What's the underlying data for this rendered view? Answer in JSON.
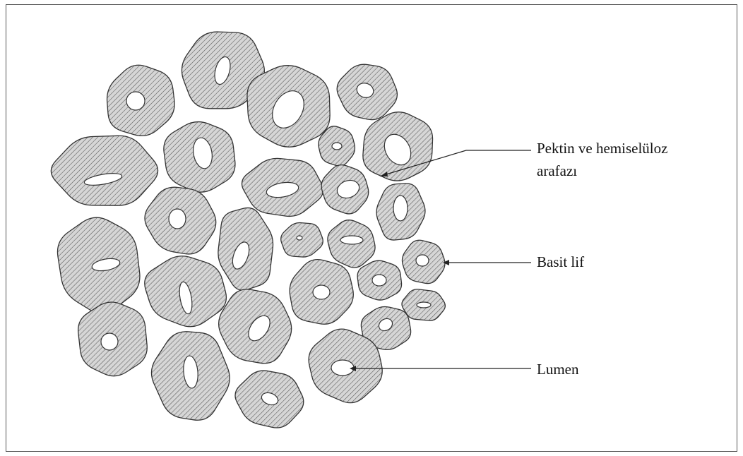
{
  "figure": {
    "labels": {
      "interphase_line1": "Pektin ve hemiselüloz",
      "interphase_line2": "arafazı",
      "simple_fiber": "Basit lif",
      "lumen": "Lumen"
    },
    "colors": {
      "cell_fill": "#d6d6d6",
      "hatch": "#555555",
      "outline": "#333333",
      "lumen_fill": "#ffffff",
      "frame_border": "#555555"
    }
  }
}
